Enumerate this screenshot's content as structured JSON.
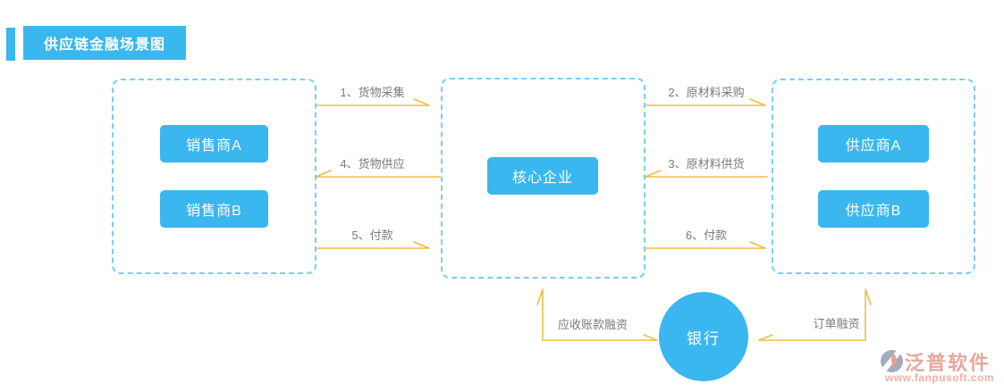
{
  "title": {
    "text": "供应链金融场景图"
  },
  "colors": {
    "primary": "#3ab7ee",
    "dash_border": "#79cef5",
    "arrow": "#f0bc47",
    "label_gray": "#7a7a7a",
    "logo_text": "#e2988a"
  },
  "groups": {
    "sellers": {
      "items": [
        {
          "label": "销售商A"
        },
        {
          "label": "销售商B"
        }
      ]
    },
    "core": {
      "items": [
        {
          "label": "核心企业"
        }
      ]
    },
    "suppliers": {
      "items": [
        {
          "label": "供应商A"
        },
        {
          "label": "供应商B"
        }
      ]
    }
  },
  "flows": {
    "f1": "1、货物采集",
    "f2": "2、原材料采购",
    "f3": "3、原材料供货",
    "f4": "4、货物供应",
    "f5": "5、付款",
    "f6": "6、付款",
    "receivable_financing": "应收账款融资",
    "order_financing": "订单融资"
  },
  "bank": {
    "label": "银行"
  },
  "logo": {
    "name": "泛普软件",
    "url": "www.fanpusoft.com"
  }
}
